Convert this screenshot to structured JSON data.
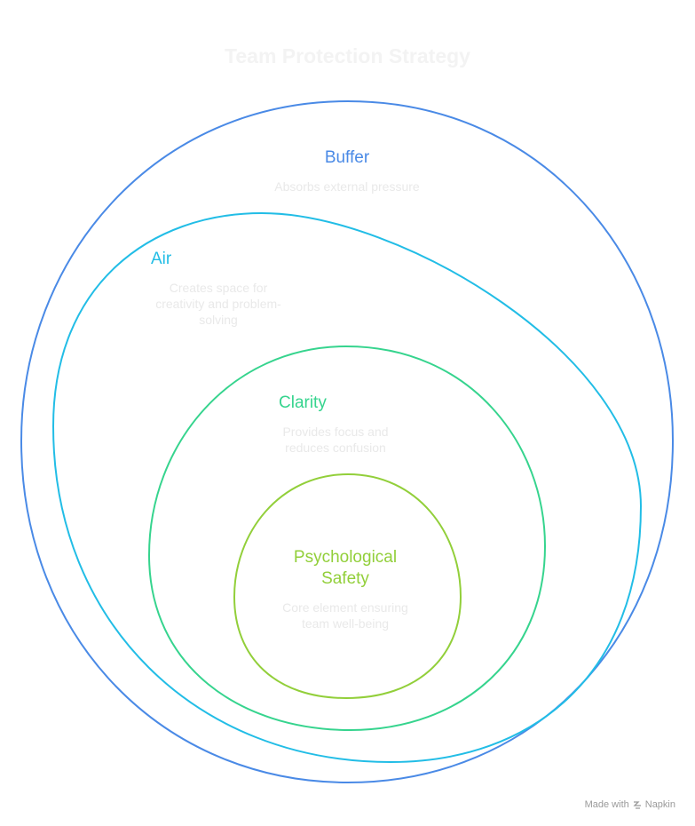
{
  "title": "Team Protection Strategy",
  "layers": [
    {
      "name": "Buffer",
      "description": "Absorbs external pressure",
      "color": "#4a8ae6"
    },
    {
      "name": "Air",
      "description": "Creates space for creativity and problem-solving",
      "color": "#22bde6"
    },
    {
      "name": "Clarity",
      "description": "Provides focus and reduces confusion",
      "color": "#36d48e"
    },
    {
      "name": "Psychological Safety",
      "description": "Core element ensuring team well-being",
      "color": "#92cf3a"
    }
  ],
  "footer": {
    "made_with": "Made with",
    "brand": "Napkin",
    "icon": "napkin-logo-icon"
  }
}
